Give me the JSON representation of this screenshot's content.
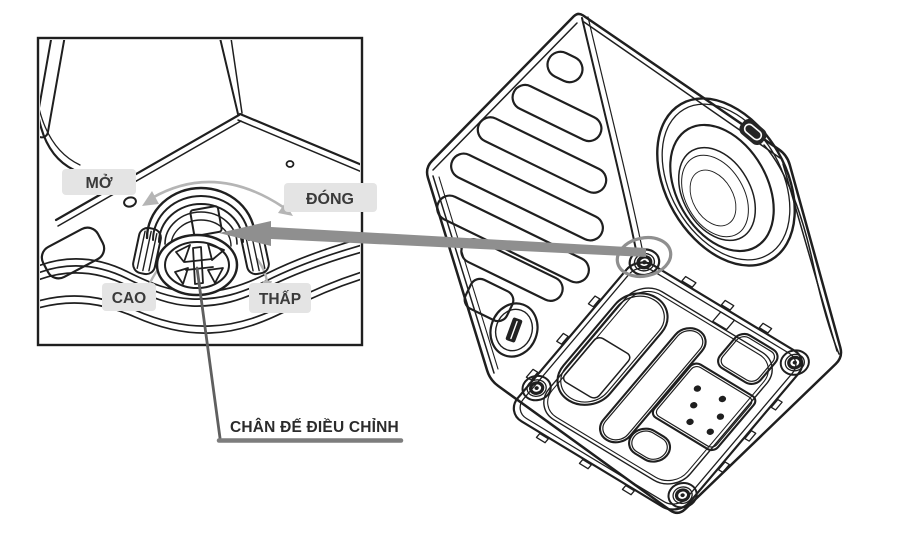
{
  "figure": {
    "type": "washing-machine-leveling-foot-diagram",
    "caption": "CHÂN ĐẾ ĐIỀU CHỈNH",
    "inset_labels": {
      "open": "MỞ",
      "close": "ĐÓNG",
      "high": "CAO",
      "low": "THẤP"
    },
    "colors": {
      "line_art": "#1f1f1f",
      "label_background": "#e4e4e4",
      "label_text": "#3a3a3a",
      "rotation_arrow": "#b5b5b5",
      "callout_arrow": "#8f8f8f",
      "leader_line": "#5f5f5f",
      "underline": "#7d7d7d",
      "background": "#ffffff"
    }
  }
}
